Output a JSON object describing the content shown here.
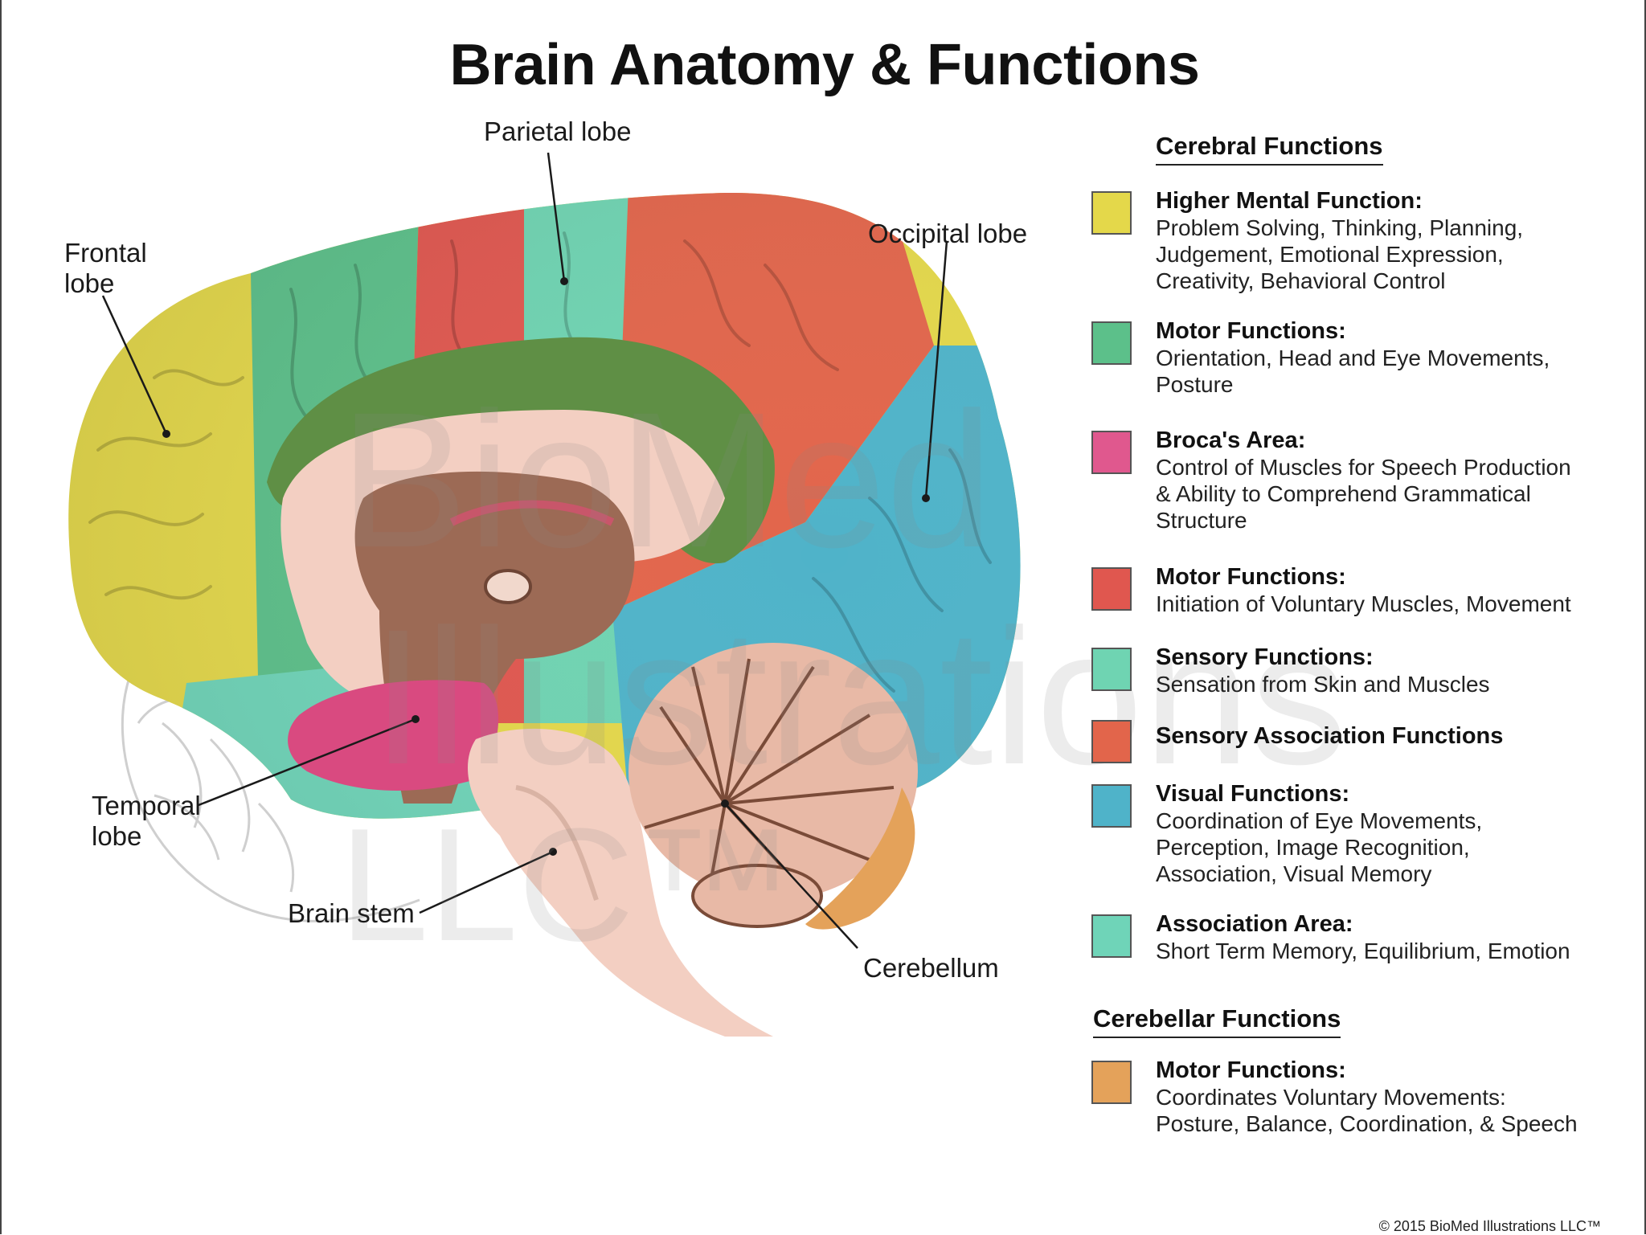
{
  "title": "Brain Anatomy & Functions",
  "callouts": {
    "parietal": "Parietal lobe",
    "occipital": "Occipital lobe",
    "frontal": "Frontal\nlobe",
    "temporal": "Temporal\nlobe",
    "brainstem": "Brain stem",
    "cerebellum": "Cerebellum"
  },
  "watermark": [
    "BioMed",
    "Illustrations",
    "LLC™"
  ],
  "legend": {
    "cerebral_heading": "Cerebral Functions",
    "cerebellar_heading": "Cerebellar Functions",
    "items": [
      {
        "title": "Higher Mental Function:",
        "desc": "Problem Solving, Thinking, Planning,\nJudgement, Emotional Expression,\nCreativity, Behavioral Control",
        "color": "#e4d84a"
      },
      {
        "title": "Motor Functions:",
        "desc": "Orientation, Head and Eye Movements,\nPosture",
        "color": "#5cc08a"
      },
      {
        "title": "Broca's Area:",
        "desc": "Control of Muscles for Speech Production\n& Ability to Comprehend Grammatical\nStructure",
        "color": "#e0588e"
      },
      {
        "title": "Motor Functions:",
        "desc": "Initiation of Voluntary Muscles, Movement",
        "color": "#e0574f"
      },
      {
        "title": "Sensory Functions:",
        "desc": "Sensation from Skin and Muscles",
        "color": "#6fd4b2"
      },
      {
        "title": "Sensory Association Functions",
        "desc": "",
        "color": "#e2654b"
      },
      {
        "title": "Visual Functions:",
        "desc": "Coordination of Eye Movements,\nPerception, Image Recognition,\nAssociation, Visual Memory",
        "color": "#4fb3c9"
      },
      {
        "title": "Association Area:",
        "desc": "Short Term Memory, Equilibrium, Emotion",
        "color": "#6fd4b8"
      }
    ],
    "cerebellar_items": [
      {
        "title": "Motor Functions:",
        "desc": "Coordinates Voluntary Movements:\nPosture, Balance, Coordination, & Speech",
        "color": "#e4a25a"
      }
    ]
  },
  "copyright": "© 2015 BioMed Illustrations LLC™"
}
